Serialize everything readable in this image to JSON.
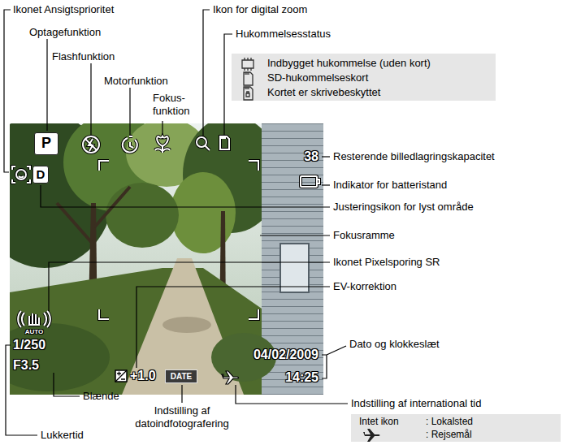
{
  "diagram": {
    "nodes": [
      {
        "text": [
          "Indbygget hukommelse (uden kort)",
          "SD-hukommelseskort",
          "Kortet er skrivebeskyttet"
        ]
      },
      {
        "text": [
          "P"
        ]
      },
      {
        "text": [
          "D"
        ]
      },
      {
        "text": [
          "DATE"
        ]
      },
      {
        "text": [
          "Intet ikon",
          ": Lokalsted",
          ": Rejsemål"
        ]
      }
    ],
    "labels": [
      "Ikonet Ansigtsprioritet",
      "Optagefunktion",
      "Flashfunktion",
      "Motorfunktion",
      "Fokus- funktion",
      "Ikon for digital zoom",
      "Hukommelsesstatus",
      "38",
      "Resterende billedlagringskapacitet",
      "Indikator for batteristand",
      "Justeringsikon for lyst område",
      "Fokusramme",
      "Ikonet Pixelsporing SR",
      "EV-korrektion",
      "AUTO",
      "1/250",
      "F3.5",
      "+1.0",
      "04/02/2009",
      "14:25",
      "Dato og klokkeslæt",
      "Blænde",
      "Indstilling af datoindfotografering",
      "Indstilling af international tid",
      "Lukkertid"
    ]
  }
}
